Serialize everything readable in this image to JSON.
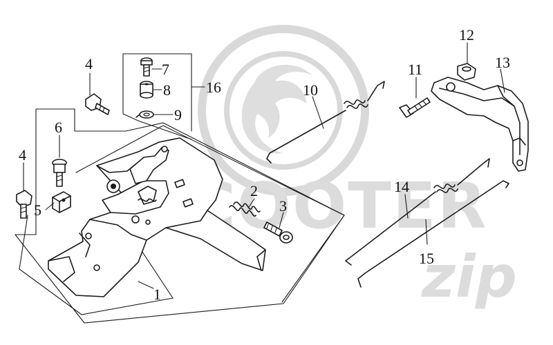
{
  "watermark": {
    "wordmark": "SCOOTER",
    "script": "zip"
  },
  "callouts": [
    {
      "id": "1",
      "label": "1"
    },
    {
      "id": "2",
      "label": "2"
    },
    {
      "id": "3",
      "label": "3"
    },
    {
      "id": "4a",
      "label": "4"
    },
    {
      "id": "4b",
      "label": "4"
    },
    {
      "id": "5",
      "label": "5"
    },
    {
      "id": "6",
      "label": "6"
    },
    {
      "id": "7",
      "label": "7"
    },
    {
      "id": "8",
      "label": "8"
    },
    {
      "id": "9",
      "label": "9"
    },
    {
      "id": "10",
      "label": "10"
    },
    {
      "id": "11",
      "label": "11"
    },
    {
      "id": "12",
      "label": "12"
    },
    {
      "id": "13",
      "label": "13"
    },
    {
      "id": "14",
      "label": "14"
    },
    {
      "id": "15",
      "label": "15"
    },
    {
      "id": "16",
      "label": "16"
    }
  ]
}
